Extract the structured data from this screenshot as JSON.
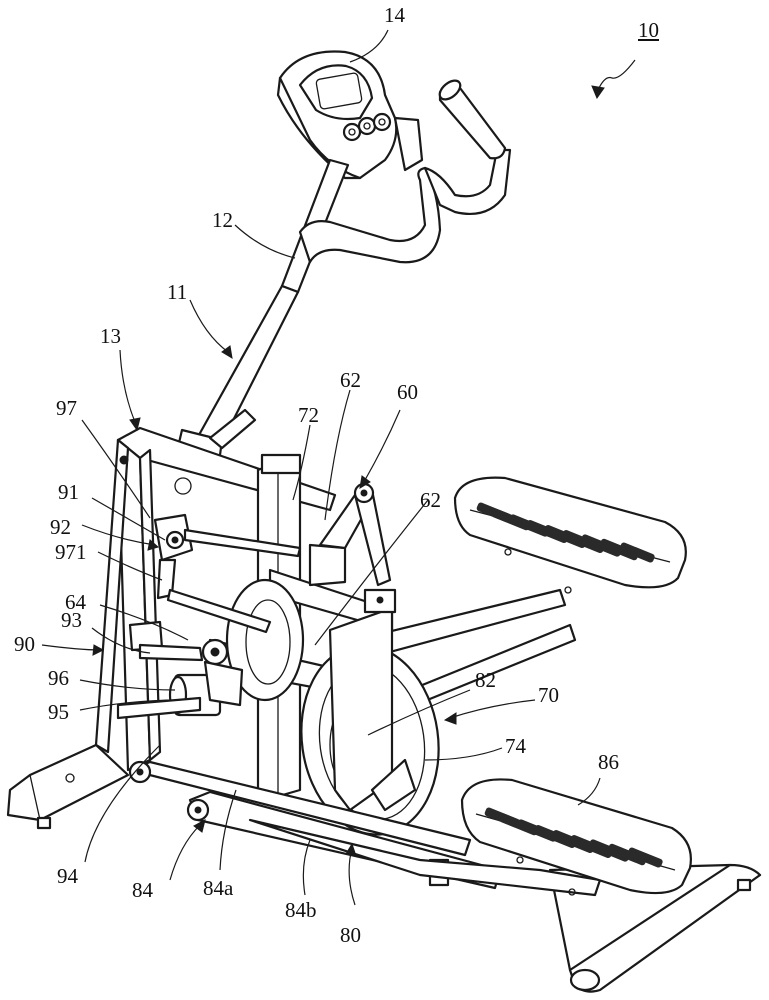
{
  "labels": {
    "l10": "10",
    "l14": "14",
    "l12": "12",
    "l11": "11",
    "l13": "13",
    "l97": "97",
    "l91": "91",
    "l92": "92",
    "l971": "971",
    "l64": "64",
    "l93": "93",
    "l90": "90",
    "l96": "96",
    "l95": "95",
    "l94": "94",
    "l84": "84",
    "l84a": "84a",
    "l84b": "84b",
    "l80": "80",
    "l72": "72",
    "l62a": "62",
    "l62b": "62",
    "l60": "60",
    "l82": "82",
    "l70": "70",
    "l74": "74",
    "l86": "86"
  }
}
